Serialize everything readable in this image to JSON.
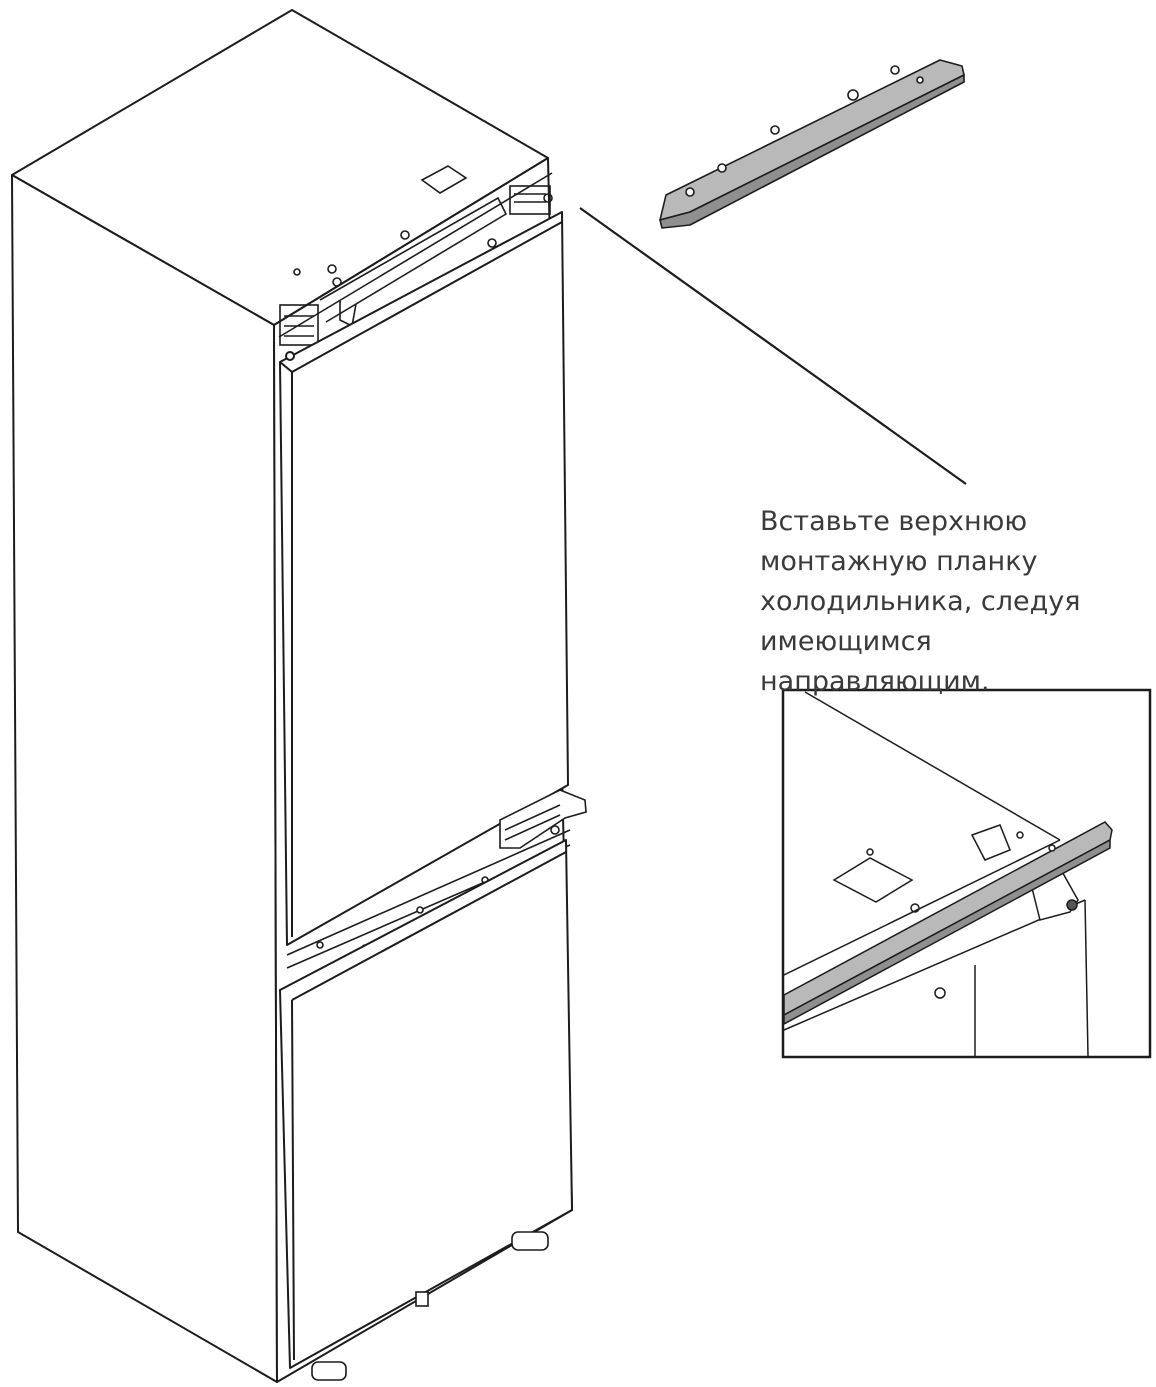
{
  "instruction": {
    "lines": [
      "Вставьте верхнюю",
      "монтажную планку",
      "холодильника, следуя",
      "имеющимся",
      "направляющим."
    ]
  },
  "colors": {
    "ink": "#1c1c1c",
    "rail_fill": "#b9b9b9",
    "rail_dark": "#8f8f8f",
    "text": "#3a3a3a"
  }
}
